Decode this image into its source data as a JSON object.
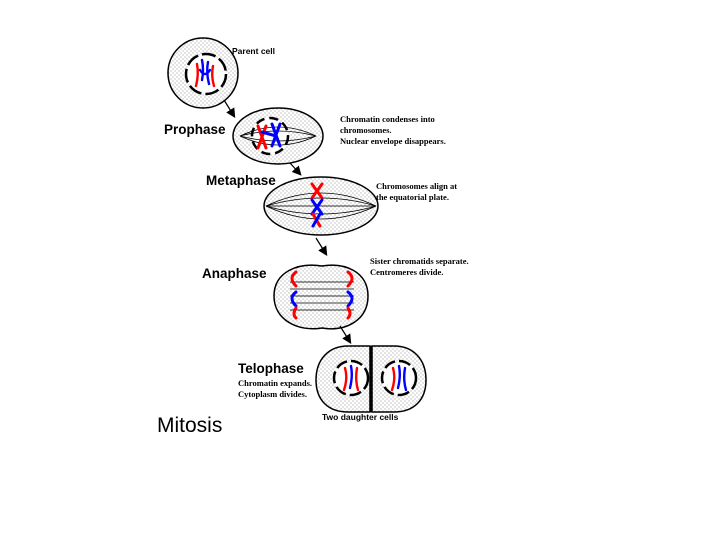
{
  "diagram": {
    "title": "Mitosis",
    "parent_label": "Parent cell",
    "daughter_label": "Two daughter cells",
    "stages": [
      {
        "name": "Prophase",
        "notes": [
          "Chromatin condenses into",
          "chromosomes.",
          "Nuclear envelope disappears."
        ]
      },
      {
        "name": "Metaphase",
        "notes": [
          "Chromosomes align at",
          "the equatorial plate."
        ]
      },
      {
        "name": "Anaphase",
        "notes": [
          "Sister chromatids separate.",
          "Centromeres divide."
        ]
      },
      {
        "name": "Telophase",
        "notes": [
          "Chromatin expands.",
          "Cytoplasm divides."
        ]
      }
    ]
  },
  "colors": {
    "chromosome_red": "#ff0000",
    "chromosome_blue": "#0000ff",
    "outline": "#000000",
    "stipple": "#888888"
  }
}
